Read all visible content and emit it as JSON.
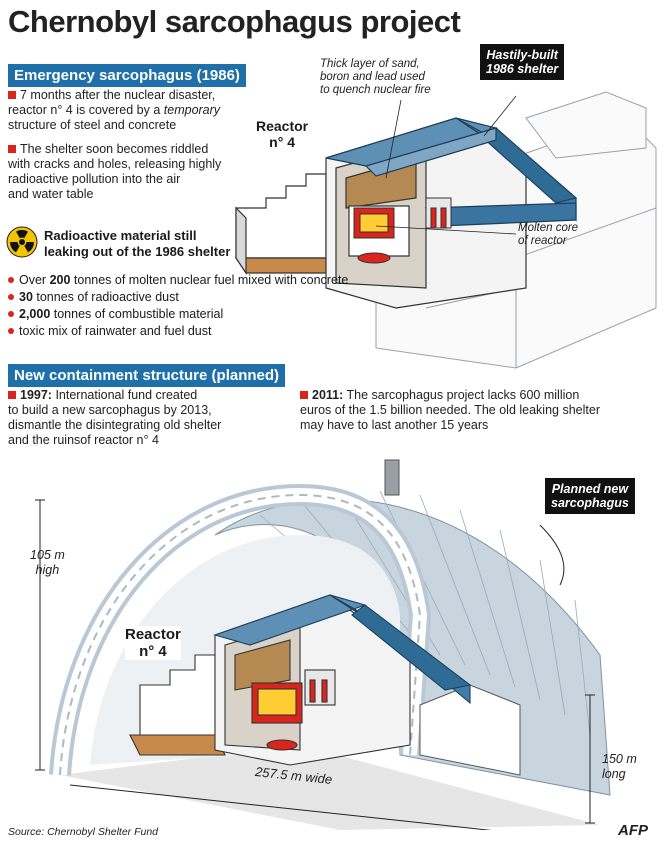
{
  "title": "Chernobyl sarcophagus project",
  "emergency": {
    "header": "Emergency sarcophagus (1986)",
    "para1_lines": [
      "7 months after the nuclear disaster,",
      "reactor n° 4 is covered by a ",
      "temporary",
      "structure of steel and concrete"
    ],
    "para2_lines": [
      "The shelter soon becomes riddled",
      "with cracks and holes, releasing highly",
      "radioactive pollution into the air",
      "and water table"
    ]
  },
  "callouts": {
    "sand": [
      "Thick layer of sand,",
      "boron and lead used",
      "to quench nuclear fire"
    ],
    "shelter": [
      "Hastily-built",
      "1986 shelter"
    ],
    "reactor_top": [
      "Reactor",
      "n° 4"
    ],
    "core": [
      "Molten core",
      "of reactor"
    ]
  },
  "leak": {
    "heading": [
      "Radioactive material still",
      "leaking out of the 1986 shelter"
    ],
    "items": [
      {
        "bold": "",
        "pre": "Over ",
        "num": "200",
        "rest": " tonnes of molten nuclear fuel mixed with concrete"
      },
      {
        "pre": "",
        "num": "30",
        "rest": " tonnes of radioactive dust"
      },
      {
        "pre": "",
        "num": "2,000",
        "rest": " tonnes of combustible material"
      },
      {
        "pre": "",
        "num": "",
        "rest": "toxic mix of rainwater and fuel dust"
      }
    ]
  },
  "new_structure": {
    "header": "New containment structure (planned)",
    "left_year": "1997:",
    "left_lines": [
      " International fund created",
      "to build a new sarcophagus by 2013,",
      "dismantle the disintegrating old shelter",
      "and the ruinsof reactor n° 4"
    ],
    "right_year": "2011:",
    "right_lines": [
      " The sarcophagus project lacks 600 million",
      "euros of the 1.5 billion needed. The old leaking shelter",
      "may have to last another 15 years"
    ]
  },
  "bottom": {
    "planned": [
      "Planned new",
      "sarcophagus"
    ],
    "height": [
      "105 m",
      "high"
    ],
    "width": "257.5 m wide",
    "length": [
      "150 m",
      "long"
    ],
    "reactor": [
      "Reactor",
      "n° 4"
    ]
  },
  "source": "Source: Chernobyl Shelter Fund",
  "logo": "AFP",
  "colors": {
    "section_blue": "#1f6fa8",
    "bullet_red": "#d9251c",
    "roof_blue": "#3f7da6",
    "arch": "#b9c8d4"
  }
}
